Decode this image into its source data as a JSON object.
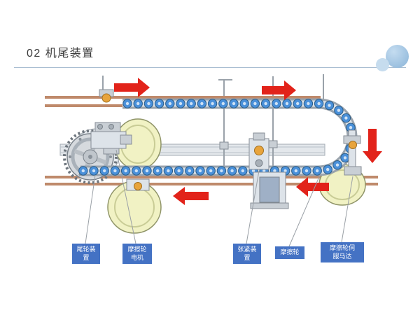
{
  "slide": {
    "title": "02 机尾装置"
  },
  "decoration": {
    "divider_color": "#a9bdd1",
    "circle_large": "#8ab4d8",
    "circle_small": "#c6dcee"
  },
  "diagram": {
    "arrow_color": "#e2231a",
    "roller_color": "#4a90d9",
    "wheel_color": "#f1f2c4",
    "label_bg": "#4472c4",
    "labels": [
      {
        "text": "尾轮装\n置"
      },
      {
        "text": "摩擦轮\n电机"
      },
      {
        "text": "张紧装\n置"
      },
      {
        "text": "摩擦轮"
      },
      {
        "text": "摩擦轮伺\n服马达"
      }
    ]
  }
}
